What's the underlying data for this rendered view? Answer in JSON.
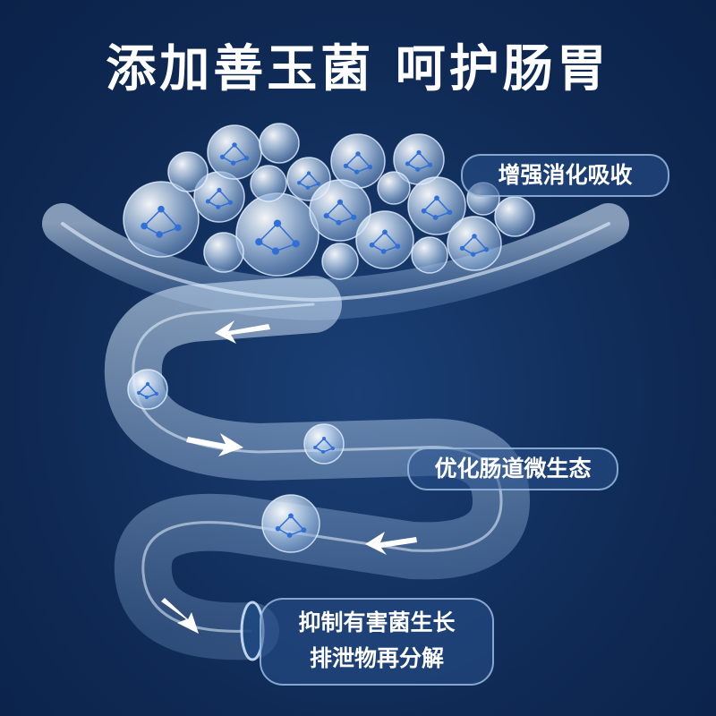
{
  "headline": "添加善玉菌 呵护肠胃",
  "labels": {
    "digestion": "增强消化吸收",
    "microbiome": "优化肠道微生态",
    "inhibit_line1": "抑制有害菌生长",
    "inhibit_line2": "排泄物再分解"
  },
  "colors": {
    "background": "#0f2a55",
    "tube": "#9cc3ee",
    "bubble": "#cfe3f7",
    "molecule": "#2f6fd6",
    "text": "#ffffff"
  },
  "icons": [
    "probiotic-bubble-icon",
    "flow-arrow-icon",
    "molecule-icon"
  ]
}
